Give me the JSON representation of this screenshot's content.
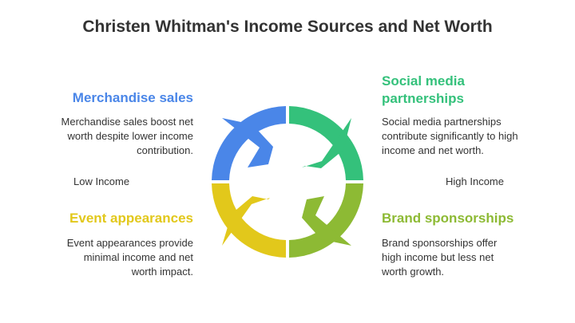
{
  "title": "Christen Whitman's Income Sources and Net Worth",
  "axis": {
    "left": "Low Income",
    "right": "High Income"
  },
  "quadrants": {
    "top_left": {
      "heading": "Merchandise sales",
      "description": "Merchandise sales boost net worth despite lower income contribution.",
      "color": "#4A86E8"
    },
    "top_right": {
      "heading": "Social media partnerships",
      "description": "Social media partnerships contribute significantly to high income and net worth.",
      "color": "#34C17B"
    },
    "bottom_left": {
      "heading": "Event appearances",
      "description": "Event appearances provide minimal income and net worth impact.",
      "color": "#E2C81B"
    },
    "bottom_right": {
      "heading": "Brand sponsorships",
      "description": "Brand sponsorships offer high income but less net worth growth.",
      "color": "#8DBA34"
    }
  }
}
